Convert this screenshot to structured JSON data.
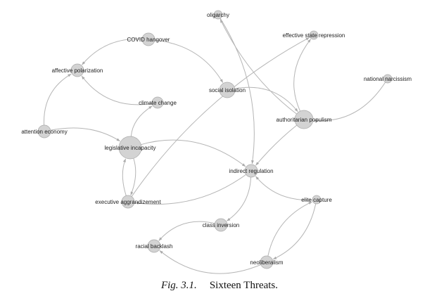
{
  "nodes": [
    {
      "id": "oligarchy",
      "label": "oligarchy"
    },
    {
      "id": "covid",
      "label": "COVID hangover"
    },
    {
      "id": "esr",
      "label": "effective state repression"
    },
    {
      "id": "ap",
      "label": "affective polarization"
    },
    {
      "id": "si",
      "label": "social isolation"
    },
    {
      "id": "nn",
      "label": "national narcissism"
    },
    {
      "id": "cc",
      "label": "climate change"
    },
    {
      "id": "authpop",
      "label": "authoritarian populism"
    },
    {
      "id": "ae",
      "label": "attention economy"
    },
    {
      "id": "li",
      "label": "legislative incapacity"
    },
    {
      "id": "ir",
      "label": "indirect regulation"
    },
    {
      "id": "ea",
      "label": "executive aggrandizement"
    },
    {
      "id": "ec",
      "label": "elite capture"
    },
    {
      "id": "ci",
      "label": "class inversion"
    },
    {
      "id": "rb",
      "label": "racial backlash"
    },
    {
      "id": "neo",
      "label": "neoliberalism"
    }
  ],
  "edges": [
    {
      "source": "covid",
      "target": "ap"
    },
    {
      "source": "covid",
      "target": "si"
    },
    {
      "source": "ae",
      "target": "ap"
    },
    {
      "source": "cc",
      "target": "ap"
    },
    {
      "source": "ae",
      "target": "li"
    },
    {
      "source": "li",
      "target": "cc"
    },
    {
      "source": "li",
      "target": "ir"
    },
    {
      "source": "li",
      "target": "ea"
    },
    {
      "source": "ea",
      "target": "li"
    },
    {
      "source": "ea",
      "target": "esr"
    },
    {
      "source": "ir",
      "target": "ea"
    },
    {
      "source": "si",
      "target": "authpop"
    },
    {
      "source": "authpop",
      "target": "oligarchy"
    },
    {
      "source": "authpop",
      "target": "esr"
    },
    {
      "source": "nn",
      "target": "authpop"
    },
    {
      "source": "oligarchy",
      "target": "ir"
    },
    {
      "source": "authpop",
      "target": "ir"
    },
    {
      "source": "ir",
      "target": "ci"
    },
    {
      "source": "ec",
      "target": "ir"
    },
    {
      "source": "ci",
      "target": "rb"
    },
    {
      "source": "neo",
      "target": "rb"
    },
    {
      "source": "neo",
      "target": "ec"
    },
    {
      "source": "ec",
      "target": "neo"
    }
  ],
  "colors": {
    "node_fill": "#d3d3d3",
    "node_stroke": "#aaaaaa",
    "edge": "#b5b5b5"
  },
  "caption": {
    "fig": "Fig. 3.1.",
    "title": "Sixteen Threats."
  }
}
